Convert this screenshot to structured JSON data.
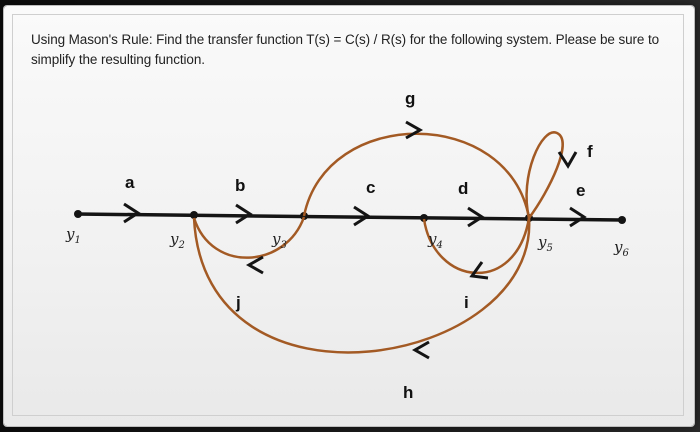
{
  "question": {
    "text": "Using Mason's Rule: Find the transfer function T(s) = C(s) / R(s) for the following system. Please be sure to simplify the resulting function."
  },
  "diagram": {
    "nodes": [
      {
        "id": "y1",
        "base": "y",
        "sub": "1"
      },
      {
        "id": "y2",
        "base": "y",
        "sub": "2"
      },
      {
        "id": "y3",
        "base": "y",
        "sub": "3"
      },
      {
        "id": "y4",
        "base": "y",
        "sub": "4"
      },
      {
        "id": "y5",
        "base": "y",
        "sub": "5"
      },
      {
        "id": "y6",
        "base": "y",
        "sub": "6"
      }
    ],
    "gains": {
      "a": "a",
      "b": "b",
      "c": "c",
      "d": "d",
      "e": "e",
      "f": "f",
      "g": "g",
      "h": "h",
      "i": "i",
      "j": "j"
    },
    "colors": {
      "forward": "#141414",
      "feedback": "#a35a24",
      "screen": "#f5f5f5"
    }
  }
}
